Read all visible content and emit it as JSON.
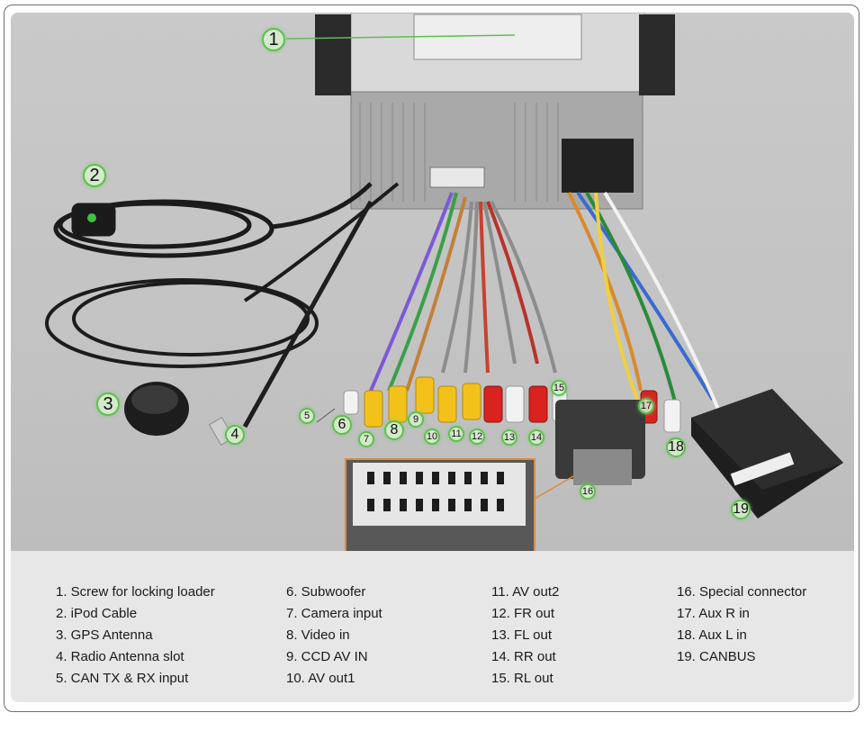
{
  "callouts": [
    "1",
    "2",
    "3",
    "4",
    "5",
    "6",
    "7",
    "8",
    "9",
    "10",
    "11",
    "12",
    "13",
    "14",
    "15",
    "16",
    "17",
    "18",
    "19"
  ],
  "legend": {
    "col1": [
      "1. Screw for locking loader",
      "2. iPod Cable",
      "3. GPS Antenna",
      "4. Radio Antenna slot",
      "5. CAN TX & RX input"
    ],
    "col2": [
      "6. Subwoofer",
      "7. Camera input",
      "8. Video in",
      "9. CCD AV IN",
      "10. AV out1"
    ],
    "col3": [
      "11. AV out2",
      "12. FR out",
      "13. FL out",
      "14. RR out",
      "15. RL out"
    ],
    "col4": [
      "16. Special connector",
      "17. Aux R in",
      "18. Aux L in",
      "19. CANBUS"
    ]
  },
  "colors": {
    "callout_border": "#5fbf4f",
    "inset_border": "#e08a3a",
    "rca_yellow": "#f2c21b",
    "rca_red": "#d8231f",
    "rca_white": "#f2f2f2"
  }
}
